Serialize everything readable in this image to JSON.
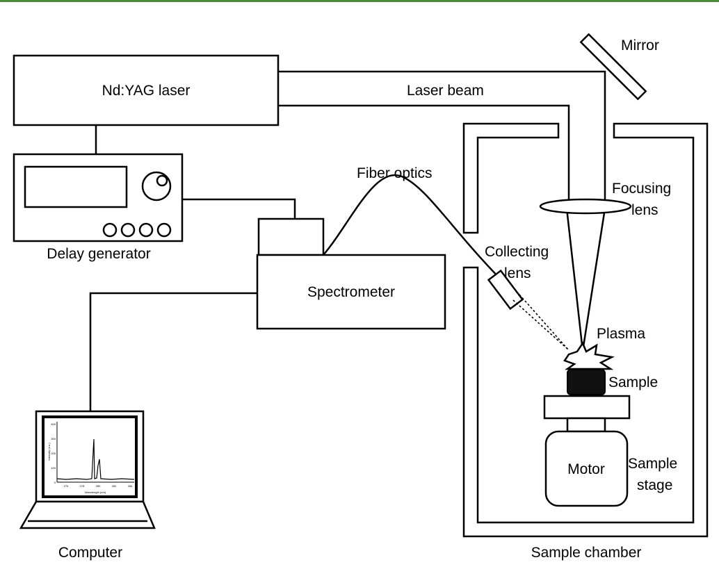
{
  "header_rule_color": "#4a8a3a",
  "components": {
    "laser": "Nd:YAG laser",
    "beam": "Laser beam",
    "mirror": "Mirror",
    "delay": "Delay generator",
    "fiber": "Fiber optics",
    "spectrometer": "Spectrometer",
    "collecting_line1": "Collecting",
    "collecting_line2": "lens",
    "focusing_line1": "Focusing",
    "focusing_line2": "lens",
    "plasma": "Plasma",
    "sample": "Sample",
    "motor": "Motor",
    "stage_line1": "Sample",
    "stage_line2": "stage",
    "chamber": "Sample chamber",
    "computer": "Computer"
  },
  "screen_chart": {
    "ylabel": "Intensity (a.u.)",
    "xlabel": "Wavelength (nm)",
    "yticks": [
      "0",
      "100",
      "200",
      "300",
      "400"
    ],
    "xticks": [
      "276",
      "278",
      "280",
      "282",
      "284"
    ]
  },
  "icons": [
    "mirror-icon",
    "knob-icon",
    "laptop-icon",
    "lens-icon",
    "plasma-burst-icon"
  ]
}
